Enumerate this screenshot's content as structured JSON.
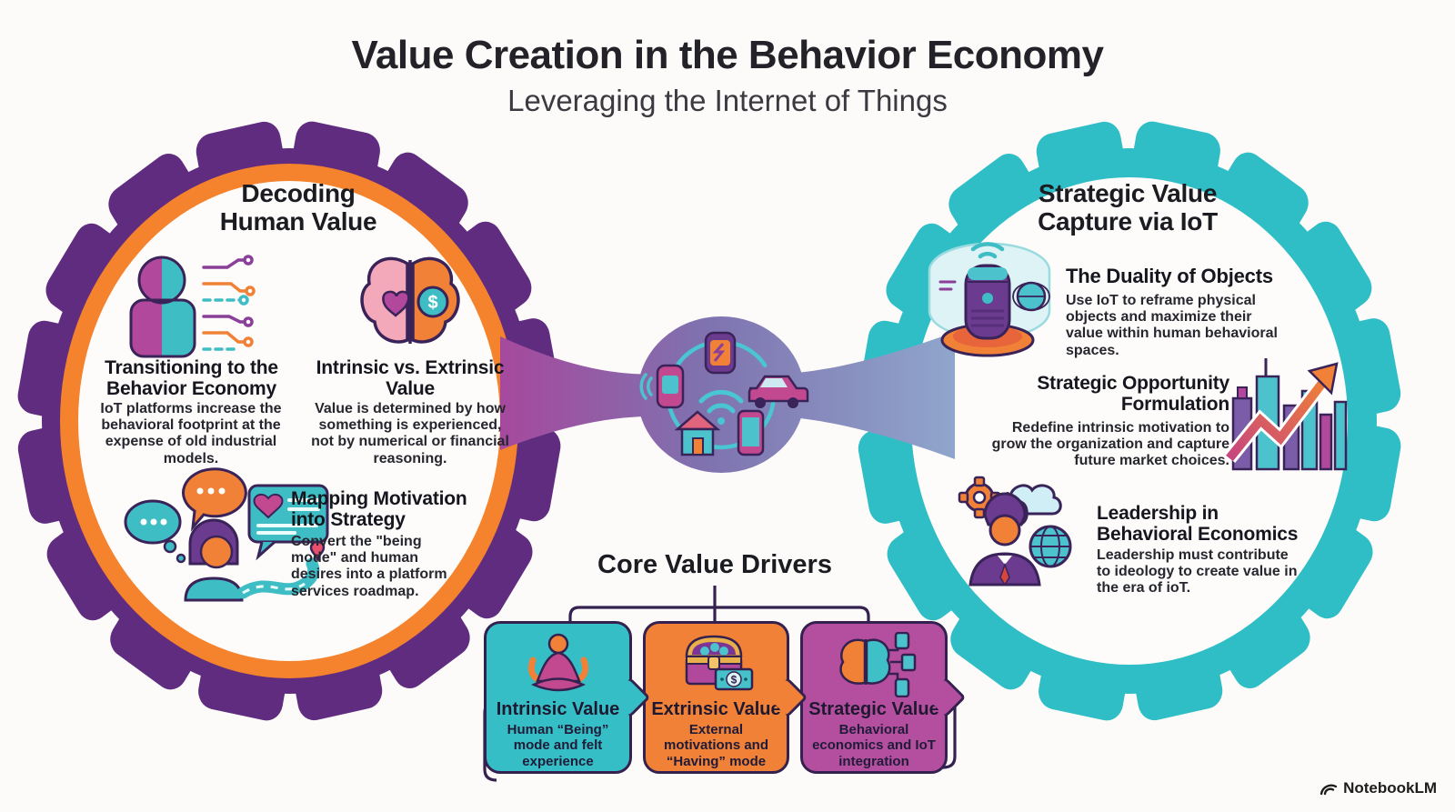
{
  "title": "Value Creation in the Behavior Economy",
  "subtitle": "Leveraging the Internet of Things",
  "left_gear": {
    "heading": "Decoding\nHuman Value",
    "items": [
      {
        "title": "Transitioning to the Behavior Economy",
        "body": "IoT platforms increase the behavioral footprint at the expense of old industrial models."
      },
      {
        "title": "Intrinsic vs. Extrinsic Value",
        "body": "Value is determined by how something is experienced, not by numerical or financial reasoning."
      },
      {
        "title": "Mapping Motivation into Strategy",
        "body": "Convert the \"being mode\" and human desires into a platform services roadmap."
      }
    ]
  },
  "right_gear": {
    "heading": "Strategic Value\nCapture via IoT",
    "items": [
      {
        "title": "The Duality of Objects",
        "body": "Use IoT to reframe physical objects and maximize their value within human behavioral spaces."
      },
      {
        "title": "Strategic Opportunity Formulation",
        "body": "Redefine intrinsic motivation to grow the organization and capture future market choices."
      },
      {
        "title": "Leadership in Behavioral Economics",
        "body": "Leadership must contribute to ideology to create value in the era of ioT."
      }
    ]
  },
  "core_drivers": {
    "heading": "Core Value Drivers",
    "boxes": [
      {
        "title": "Intrinsic Value",
        "body": "Human “Being” mode and felt experience",
        "color": "#35bec5"
      },
      {
        "title": "Extrinsic Value",
        "body": "External motivations and “Having” mode",
        "color": "#f08136"
      },
      {
        "title": "Strategic Value",
        "body": "Behavioral economics and IoT integration",
        "color": "#b44f9f"
      }
    ]
  },
  "watermark": "NotebookLM",
  "colors": {
    "gear_left_outer": "#5f2c80",
    "gear_left_ring": "#f5822c",
    "gear_right": "#30bec6",
    "magenta": "#b2489b",
    "orange": "#f08136",
    "teal": "#35bec5",
    "outline": "#3a2358",
    "band_gradient": [
      "#a6499d",
      "#7f72af",
      "#8fa6cc"
    ]
  },
  "icons": {
    "left_gear": [
      "human-circuit-icon",
      "split-brain-icon",
      "motivation-cluster-icon"
    ],
    "center_band": [
      "smartwatch-icon",
      "watch-icon",
      "car-icon",
      "house-icon",
      "phone-icon",
      "wifi-icon"
    ],
    "right_gear": [
      "smart-speaker-icon",
      "growth-chart-icon",
      "leader-icon"
    ],
    "driver_boxes": [
      "meditator-icon",
      "treasure-chest-icon",
      "brain-devices-icon"
    ],
    "watermark": "notebooklm-logo"
  }
}
